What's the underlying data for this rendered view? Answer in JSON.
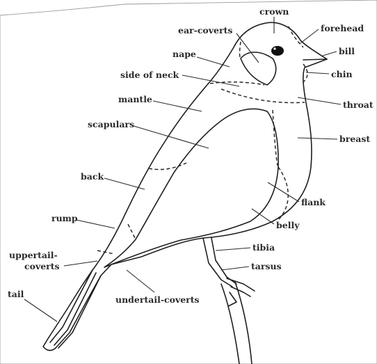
{
  "diagram": {
    "labels": {
      "crown": "crown",
      "forehead": "forehead",
      "ear_coverts": "ear-coverts",
      "bill": "bill",
      "nape": "nape",
      "chin": "chin",
      "side_of_neck": "side of neck",
      "throat": "throat",
      "mantle": "mantle",
      "scapulars": "scapulars",
      "breast": "breast",
      "back": "back",
      "flank": "flank",
      "rump": "rump",
      "belly": "belly",
      "tibia": "tibia",
      "uppertail_coverts_1": "uppertail-",
      "uppertail_coverts_2": "coverts",
      "tarsus": "tarsus",
      "tail": "tail",
      "undertail_coverts": "undertail-coverts"
    }
  }
}
